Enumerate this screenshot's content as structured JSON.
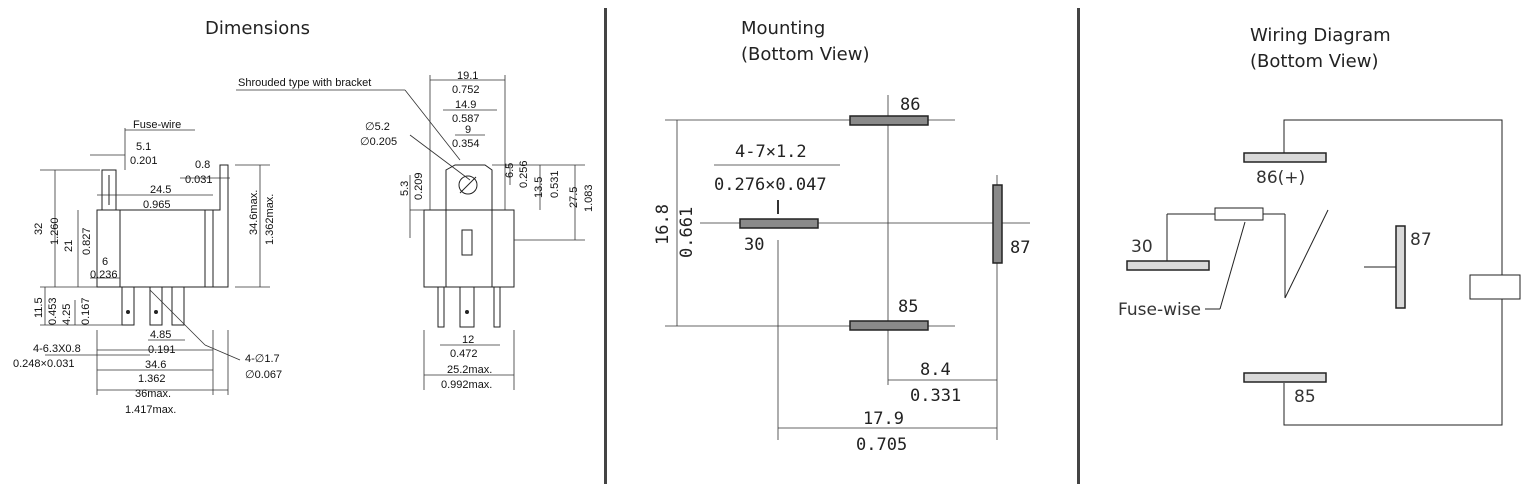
{
  "panels": {
    "dimensions": {
      "title": "Dimensions",
      "labels": {
        "fuse_wire": "Fuse-wire",
        "shrouded": "Shrouded type with bracket",
        "d5_1": "5.1",
        "d0_201": "0.201",
        "d0_8": "0.8",
        "d0_031": "0.031",
        "d24_5": "24.5",
        "d0_965": "0.965",
        "d32": "32",
        "d1_260": "1.260",
        "d21": "21",
        "d0_827": "0.827",
        "d6": "6",
        "d0_236": "0.236",
        "d34_6max": "34.6max.",
        "d1_362max_v": "1.362max.",
        "d11_5": "11.5",
        "d0_453": "0.453",
        "d4_25": "4.25",
        "d0_167": "0.167",
        "d4_85": "4.85",
        "d0_191": "0.191",
        "d4x6_3": "4-6.3X0.8",
        "d0_248": "0.248×0.031",
        "d34_6": "34.6",
        "d1_362": "1.362",
        "d36max": "36max.",
        "d1_417max": "1.417max.",
        "d4_phi1_7": "4-∅1.7",
        "d_phi0_067": "∅0.067",
        "d19_1": "19.1",
        "d0_752": "0.752",
        "d14_9": "14.9",
        "d0_587": "0.587",
        "d9": "9",
        "d0_354": "0.354",
        "d_phi5_2": "∅5.2",
        "d_phi0_205": "∅0.205",
        "d5_3": "5.3",
        "d0_209": "0.209",
        "d6_5": "6.5",
        "d0_256": "0.256",
        "d13_5": "13.5",
        "d0_531": "0.531",
        "d27_5": "27.5",
        "d1_083": "1.083",
        "d12": "12",
        "d0_472": "0.472",
        "d25_2max": "25.2max.",
        "d0_992max": "0.992max."
      }
    },
    "mounting": {
      "title_line1": "Mounting",
      "title_line2": "(Bottom View)",
      "labels": {
        "pin86": "86",
        "pin30": "30",
        "pin87": "87",
        "pin85": "85",
        "d4_7": "4-7×1.2",
        "d0_276": "0.276×0.047",
        "d16_8": "16.8",
        "d0_661": "0.661",
        "d8_4": "8.4",
        "d0_331": "0.331",
        "d17_9": "17.9",
        "d0_705": "0.705"
      }
    },
    "wiring": {
      "title_line1": "Wiring Diagram",
      "title_line2": "(Bottom View)",
      "labels": {
        "pin86": "86(+)",
        "pin30": "30",
        "pin87": "87",
        "pin85": "85",
        "fuse": "Fuse-wise"
      }
    }
  }
}
